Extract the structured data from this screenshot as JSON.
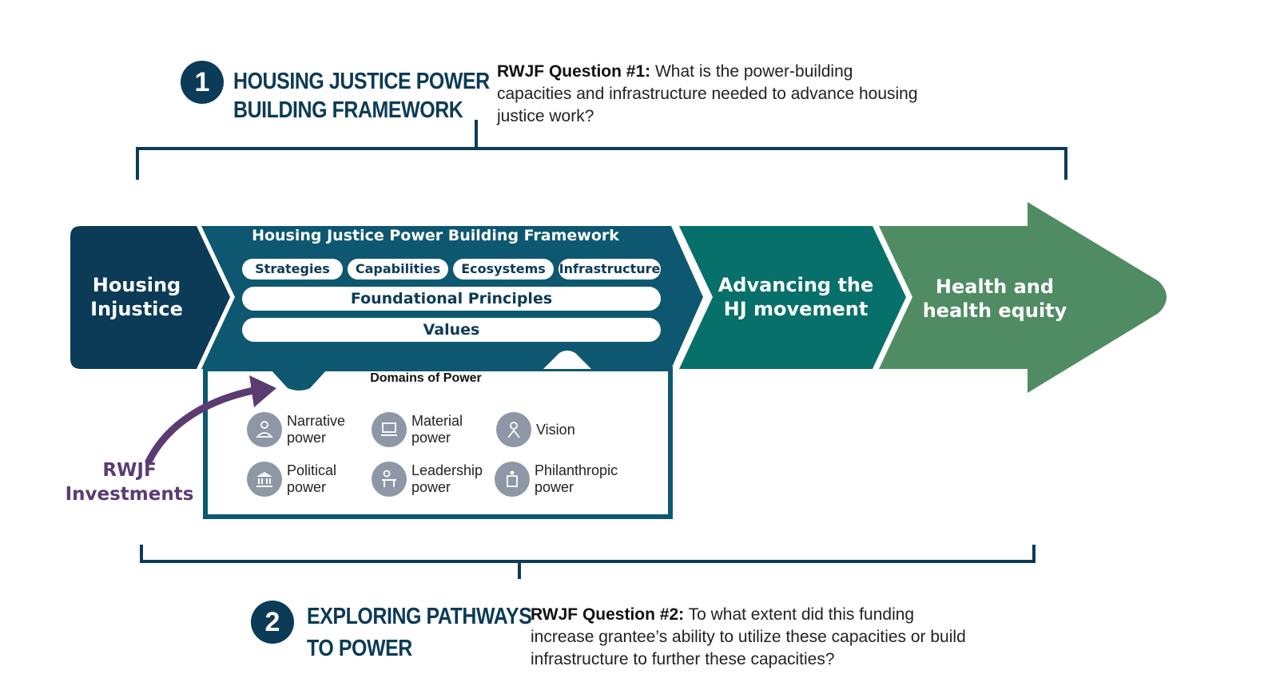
{
  "colors": {
    "navy": "#0c3b57",
    "teal_dark": "#0d5870",
    "teal": "#07706a",
    "green": "#4f8c63",
    "purple": "#5a3c73",
    "icon_gray": "#8e97a6"
  },
  "section1": {
    "number": "1",
    "title_line1": "HOUSING JUSTICE POWER",
    "title_line2": "BUILDING FRAMEWORK",
    "question_label": "RWJF Question #1:",
    "question_text": " What is the power-building capacities and infrastructure needed to advance housing justice work?"
  },
  "section2": {
    "number": "2",
    "title_line1": "EXPLORING PATHWAYS",
    "title_line2": "TO POWER",
    "question_label": "RWJF Question #2:",
    "question_text": " To what extent did this funding increase grantee’s ability to utilize these capacities or build infrastructure to further these capacities?"
  },
  "flow": {
    "stage1_line1": "Housing",
    "stage1_line2": "Injustice",
    "framework_title": "Housing Justice Power Building Framework",
    "pills": [
      "Strategies",
      "Capabilities",
      "Ecosystems",
      "Infrastructure"
    ],
    "foundational": "Foundational Principles",
    "values": "Values",
    "stage3_line1": "Advancing the",
    "stage3_line2": "HJ movement",
    "stage4_line1": "Health and",
    "stage4_line2": "health equity"
  },
  "domains": {
    "title": "Domains of Power",
    "items": [
      {
        "line1": "Narrative",
        "line2": "power",
        "icon": "narrative-icon"
      },
      {
        "line1": "Material",
        "line2": "power",
        "icon": "material-icon"
      },
      {
        "line1": "Vision",
        "line2": "",
        "icon": "vision-icon"
      },
      {
        "line1": "Political",
        "line2": "power",
        "icon": "political-icon"
      },
      {
        "line1": "Leadership",
        "line2": "power",
        "icon": "leadership-icon"
      },
      {
        "line1": "Philanthropic",
        "line2": "power",
        "icon": "philanthropic-icon"
      }
    ]
  },
  "investments": {
    "line1": "RWJF",
    "line2": "Investments"
  }
}
